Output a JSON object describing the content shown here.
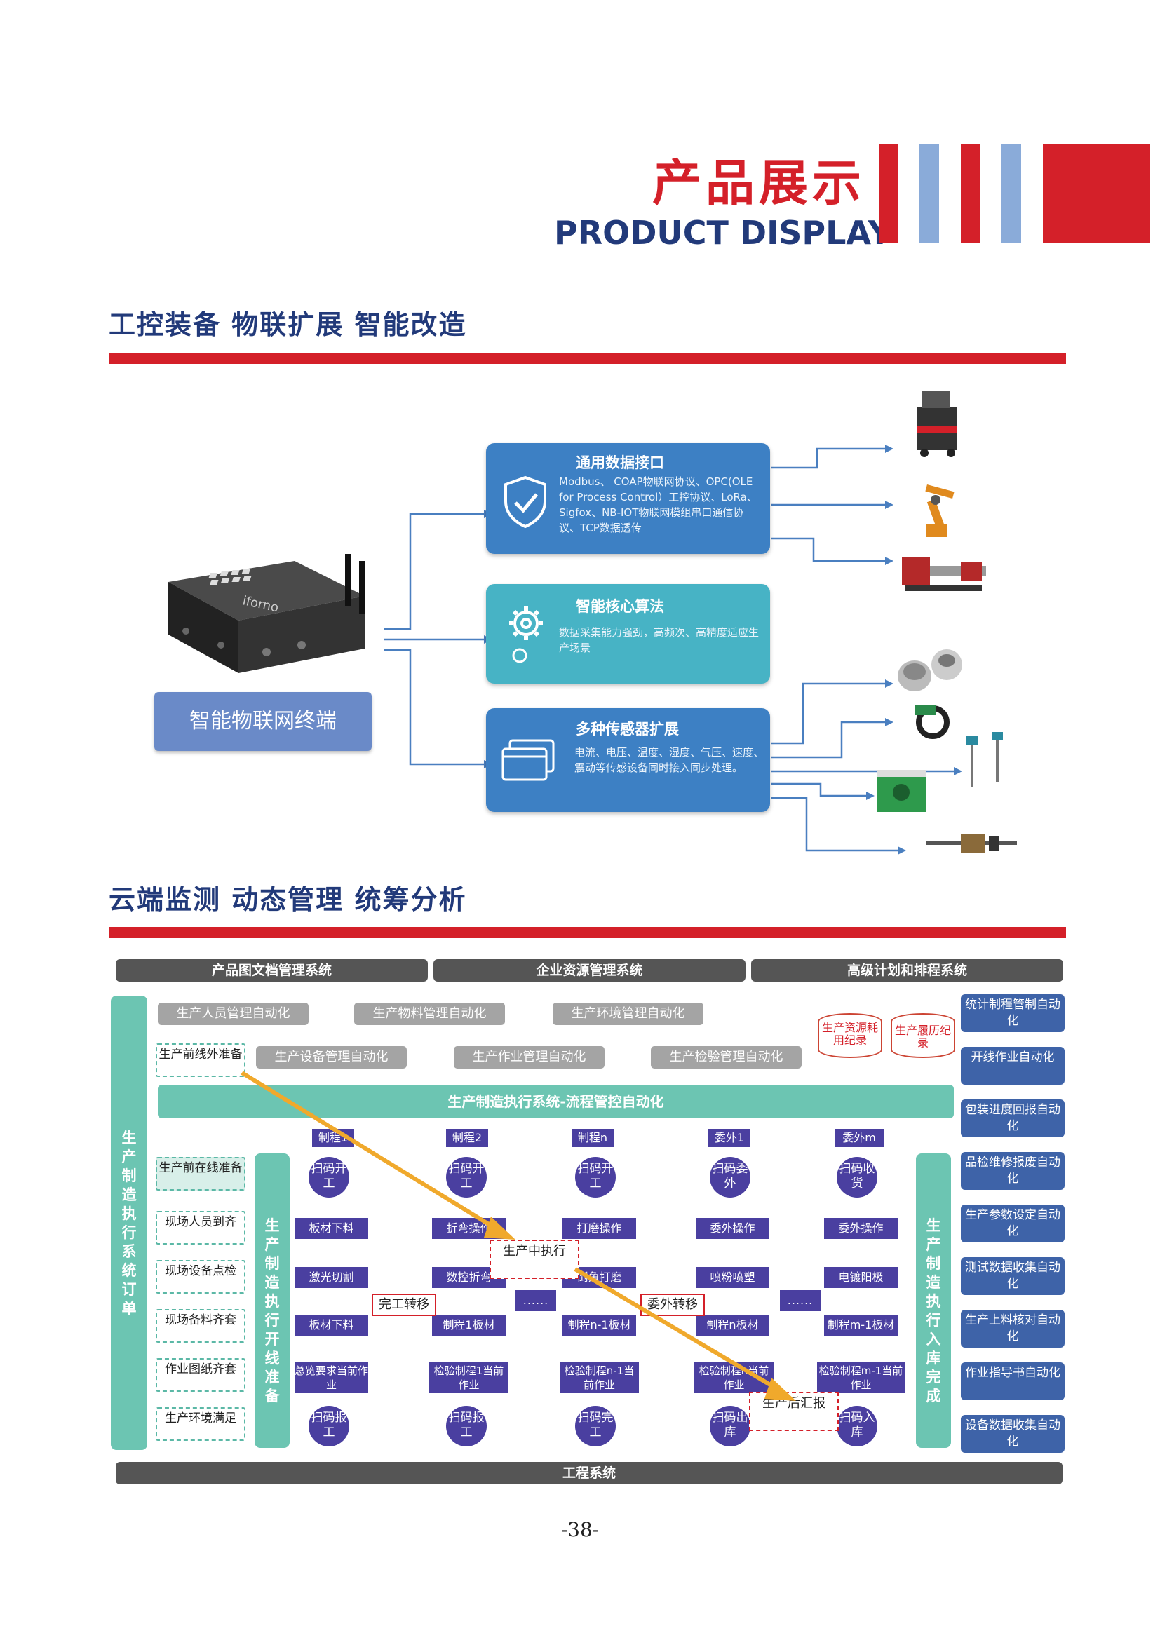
{
  "header": {
    "title_cn": "产品展示",
    "title_en": "PRODUCT DISPLAY",
    "bar_colors": [
      "#d42029",
      "#8aabd9",
      "#d42029",
      "#8aabd9",
      "#d42029"
    ]
  },
  "section1": {
    "title": "工控装备 物联扩展 智能改造",
    "device": {
      "brand": "iforno",
      "label": "智能物联网终端"
    },
    "cards": [
      {
        "title": "通用数据接口",
        "body": "Modbus、 COAP物联网协议、OPC(OLE for Process Control）工控协议、LoRa、Sigfox、NB-IOT物联网模组串口通信协议、TCP数据透传",
        "color": "#3d80c4",
        "icon": "shield-check-icon"
      },
      {
        "title": "智能核心算法",
        "body": "数据采集能力强劲，高频次、高精度适应生产场景",
        "color": "#47b3c5",
        "icon": "gears-icon"
      },
      {
        "title": "多种传感器扩展",
        "body": "电流、电压、温度、湿度、气压、速度、震动等传感设备同时接入同步处理。",
        "color": "#3d80c4",
        "icon": "windows-icon"
      }
    ]
  },
  "section2": {
    "title": "云端监测 动态管理 统筹分析",
    "top_bars": [
      "产品图文档管理系统",
      "企业资源管理系统",
      "高级计划和排程系统"
    ],
    "bottom_bar": "工程系统",
    "gray_pills_row1": [
      "生产人员管理自动化",
      "生产物料管理自动化",
      "生产环境管理自动化"
    ],
    "gray_pills_row2": [
      "生产设备管理自动化",
      "生产作业管理自动化",
      "生产检验管理自动化"
    ],
    "cylinders": [
      "生产资源耗用纪录",
      "生产履历纪录"
    ],
    "mes_bar": "生产制造执行系统-流程管控自动化",
    "left_vertical": "生产制造执行系统订单",
    "prep_vertical": "生产制造执行开线准备",
    "finish_vertical": "生产制造执行入库完成",
    "prep_outside": "生产前线外准备",
    "prep_inside": "生产前在线准备",
    "left_items": [
      "现场人员到齐",
      "现场设备点检",
      "现场备料齐套",
      "作业图纸齐套",
      "生产环境满足"
    ],
    "columns": [
      {
        "label": "制程1",
        "start": "扫码开工",
        "op": "板材下料",
        "op2": "激光切割",
        "mat": "板材下料",
        "view": "总览要求当前作业",
        "end": "扫码报工"
      },
      {
        "label": "制程2",
        "start": "扫码开工",
        "op": "折弯操作",
        "op2": "数控折弯",
        "mat": "制程1板材",
        "view": "检验制程1当前作业",
        "end": "扫码报工"
      },
      {
        "label": "制程n",
        "start": "扫码开工",
        "op": "打磨操作",
        "op2": "倒角打磨",
        "mat": "制程n-1板材",
        "view": "检验制程n-1当前作业",
        "end": "扫码完工"
      },
      {
        "label": "委外1",
        "start": "扫码委外",
        "op": "委外操作",
        "op2": "喷粉喷塑",
        "mat": "制程n板材",
        "view": "检验制程n当前作业",
        "end": "扫码出库"
      },
      {
        "label": "委外m",
        "start": "扫码收货",
        "op": "委外操作",
        "op2": "电镀阳极",
        "mat": "制程m-1板材",
        "view": "检验制程m-1当前作业",
        "end": "扫码入库"
      }
    ],
    "dots": "......",
    "transfer1": "完工转移",
    "transfer2": "委外转移",
    "mid_exec": "生产中执行",
    "post_report": "生产后汇报",
    "right_buttons": [
      "统计制程管制自动化",
      "开线作业自动化",
      "包装进度回报自动化",
      "品检维修报废自动化",
      "生产参数设定自动化",
      "测试数据收集自动化",
      "生产上料核对自动化",
      "作业指导书自动化",
      "设备数据收集自动化"
    ]
  },
  "footer": {
    "page_number": "-38-"
  }
}
